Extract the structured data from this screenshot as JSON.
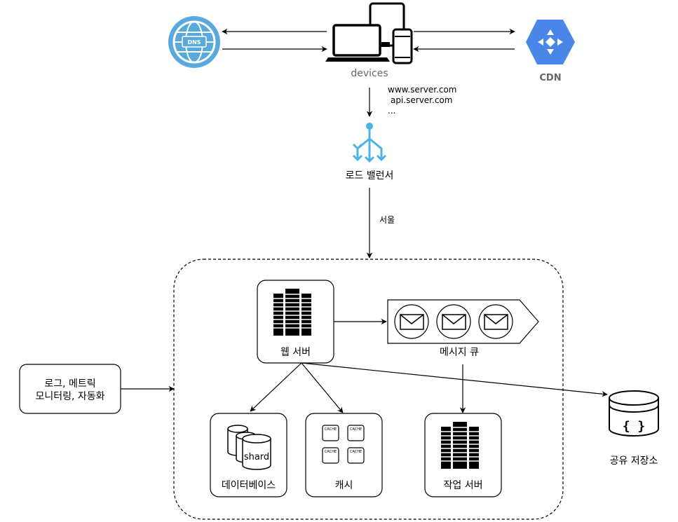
{
  "nodes": {
    "dns": {
      "icon_text": "DNS"
    },
    "devices": {
      "label": "devices"
    },
    "cdn": {
      "label": "CDN"
    },
    "urls": {
      "line1": "www.server.com",
      "line2": "api.server.com",
      "line3": "..."
    },
    "load_balancer": {
      "label": "로드 밸런서"
    },
    "region": {
      "label": "서울"
    },
    "web_server": {
      "label": "웹 서버"
    },
    "message_queue": {
      "label": "메시지 큐"
    },
    "database": {
      "label": "데이터베이스",
      "shard_text": "shard"
    },
    "cache": {
      "label": "캐시",
      "cell_text": "CACHE"
    },
    "worker": {
      "label": "작업 서버"
    },
    "shared_storage": {
      "label": "공유 저장소",
      "icon_text": "{ }"
    },
    "monitoring": {
      "line1": "로그, 메트릭",
      "line2": "모니터링, 자동화"
    }
  },
  "colors": {
    "dns": "#5aa9dc",
    "cdn": "#4a86e8",
    "load_balancer": "#4db3e6",
    "stroke": "#000000",
    "label_gray": "#666666"
  }
}
